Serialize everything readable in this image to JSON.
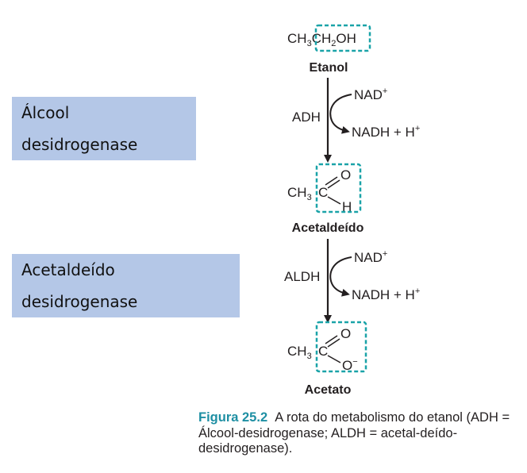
{
  "labels": {
    "enzyme_1": "Álcool desidrogenase",
    "enzyme_2": "Acetaldeído desidrogenase"
  },
  "molecules": {
    "ethanol": {
      "formula_a": "CH",
      "sub3": "3",
      "formula_b": "CH",
      "sub2": "2",
      "formula_c": "OH",
      "name": "Etanol"
    },
    "acetaldehyde": {
      "ch": "CH",
      "sub3": "3",
      "c": "C",
      "o": "O",
      "h": "H",
      "name": "Acetaldeído"
    },
    "acetate": {
      "ch": "CH",
      "sub3": "3",
      "c": "C",
      "o": "O",
      "o_minus": "O",
      "charge": "−",
      "name": "Acetato"
    }
  },
  "steps": [
    {
      "enzyme": "ADH",
      "cofactor_in": "NAD",
      "cofactor_in_charge": "+",
      "cofactor_out": "NADH + H",
      "cofactor_out_charge": "+"
    },
    {
      "enzyme": "ALDH",
      "cofactor_in": "NAD",
      "cofactor_in_charge": "+",
      "cofactor_out": "NADH + H",
      "cofactor_out_charge": "+"
    }
  ],
  "caption": {
    "figure": "Figura 25.2",
    "text": "A rota do metabolismo do etanol (ADH = Álcool-desidrogenase; ALDH = acetal-deído-desidrogenase)."
  },
  "colors": {
    "label_box": "#b4c7e7",
    "highlight_dashed": "#1aa3a8",
    "figure_label": "#1e8fa3",
    "arrow": "#231f20"
  }
}
